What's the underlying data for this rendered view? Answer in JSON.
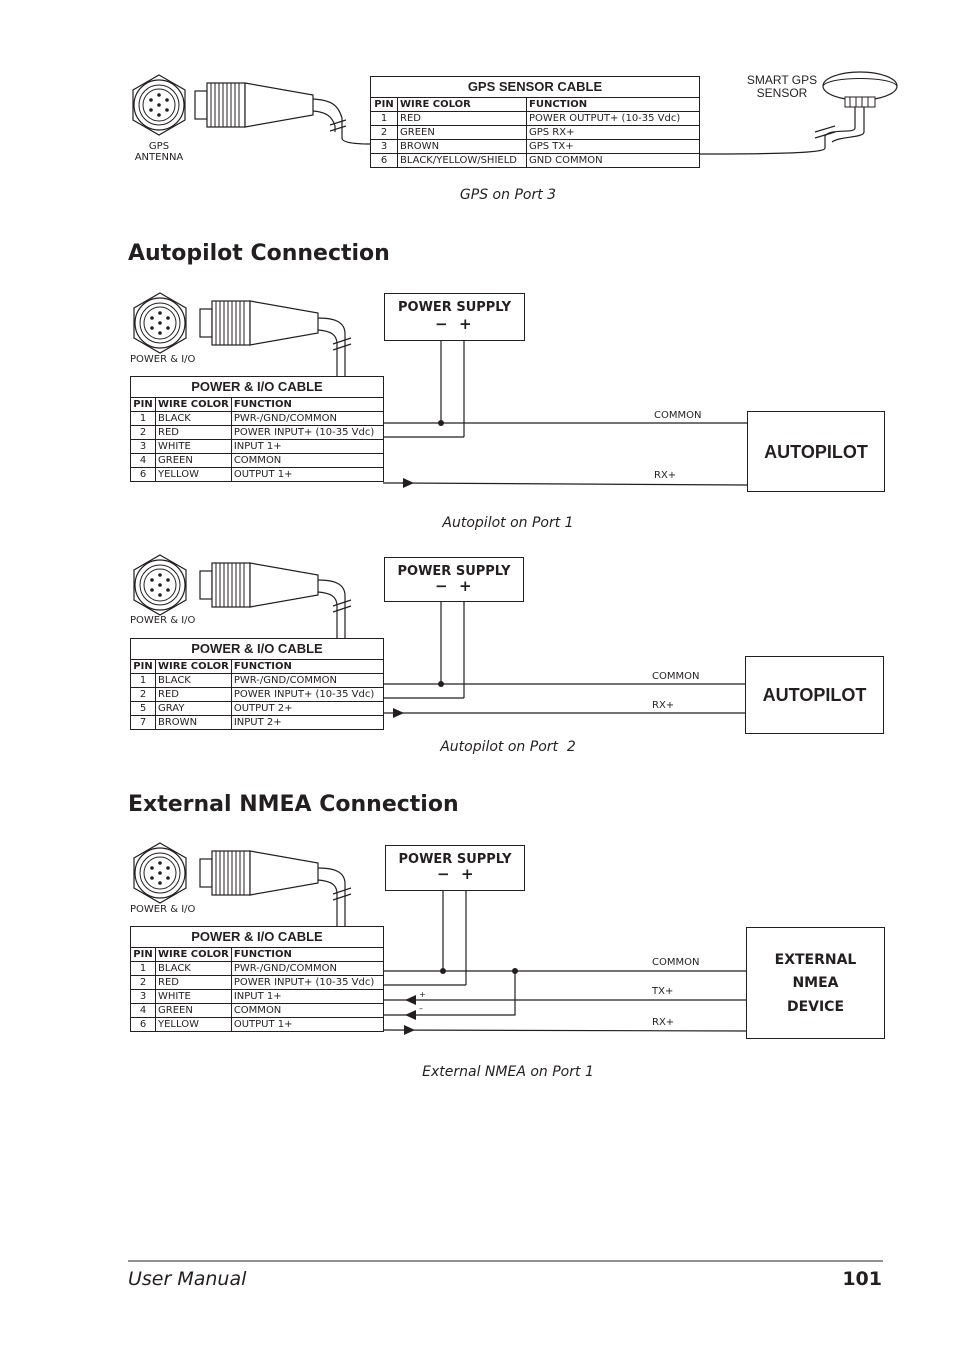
{
  "gps_section": {
    "antenna_label_1": "GPS",
    "antenna_label_2": "ANTENNA",
    "sensor_label_1": "SMART GPS",
    "sensor_label_2": "SENSOR",
    "caption": "GPS on Port 3",
    "cable": {
      "title": "GPS SENSOR CABLE",
      "headers": [
        "PIN",
        "WIRE COLOR",
        "FUNCTION"
      ],
      "rows": [
        [
          "1",
          "RED",
          "POWER OUTPUT+ (10-35 Vdc)"
        ],
        [
          "2",
          "GREEN",
          "GPS RX+"
        ],
        [
          "3",
          "BROWN",
          "GPS TX+"
        ],
        [
          "6",
          "BLACK/YELLOW/SHIELD",
          "GND COMMON"
        ]
      ]
    }
  },
  "autopilot_heading": "Autopilot Connection",
  "autopilot_port1": {
    "connector_label": "POWER & I/O",
    "power_supply": {
      "label": "POWER SUPPLY",
      "minus": "−",
      "plus": "+"
    },
    "device_label": "AUTOPILOT",
    "wire_labels": {
      "common": "COMMON",
      "rx": "RX+"
    },
    "caption": "Autopilot on Port 1",
    "cable": {
      "title": "POWER & I/O CABLE",
      "headers": [
        "PIN",
        "WIRE COLOR",
        "FUNCTION"
      ],
      "rows": [
        [
          "1",
          "BLACK",
          "PWR-/GND/COMMON"
        ],
        [
          "2",
          "RED",
          "POWER INPUT+ (10-35 Vdc)"
        ],
        [
          "3",
          "WHITE",
          "INPUT 1+"
        ],
        [
          "4",
          "GREEN",
          "COMMON"
        ],
        [
          "6",
          "YELLOW",
          "OUTPUT 1+"
        ]
      ]
    }
  },
  "autopilot_port2": {
    "connector_label": "POWER & I/O",
    "power_supply": {
      "label": "POWER SUPPLY",
      "minus": "−",
      "plus": "+"
    },
    "device_label": "AUTOPILOT",
    "wire_labels": {
      "common": "COMMON",
      "rx": "RX+"
    },
    "caption": "Autopilot on Port  2",
    "cable": {
      "title": "POWER & I/O CABLE",
      "headers": [
        "PIN",
        "WIRE COLOR",
        "FUNCTION"
      ],
      "rows": [
        [
          "1",
          "BLACK",
          "PWR-/GND/COMMON"
        ],
        [
          "2",
          "RED",
          "POWER INPUT+ (10-35 Vdc)"
        ],
        [
          "5",
          "GRAY",
          "OUTPUT 2+"
        ],
        [
          "7",
          "BROWN",
          "INPUT 2+"
        ]
      ]
    }
  },
  "nmea_heading": "External NMEA Connection",
  "nmea_port1": {
    "connector_label": "POWER & I/O",
    "power_supply": {
      "label": "POWER SUPPLY",
      "minus": "−",
      "plus": "+"
    },
    "device_label_1": "EXTERNAL",
    "device_label_2": "NMEA",
    "device_label_3": "DEVICE",
    "wire_labels": {
      "common": "COMMON",
      "tx": "TX+",
      "rx": "RX+",
      "plus": "+",
      "minus": "–"
    },
    "caption": "External NMEA on Port 1",
    "cable": {
      "title": "POWER & I/O CABLE",
      "headers": [
        "PIN",
        "WIRE COLOR",
        "FUNCTION"
      ],
      "rows": [
        [
          "1",
          "BLACK",
          "PWR-/GND/COMMON"
        ],
        [
          "2",
          "RED",
          "POWER INPUT+ (10-35 Vdc)"
        ],
        [
          "3",
          "WHITE",
          "INPUT 1+"
        ],
        [
          "4",
          "GREEN",
          "COMMON"
        ],
        [
          "6",
          "YELLOW",
          "OUTPUT 1+"
        ]
      ]
    }
  },
  "footer": {
    "left": "User Manual",
    "page_number": "101"
  }
}
